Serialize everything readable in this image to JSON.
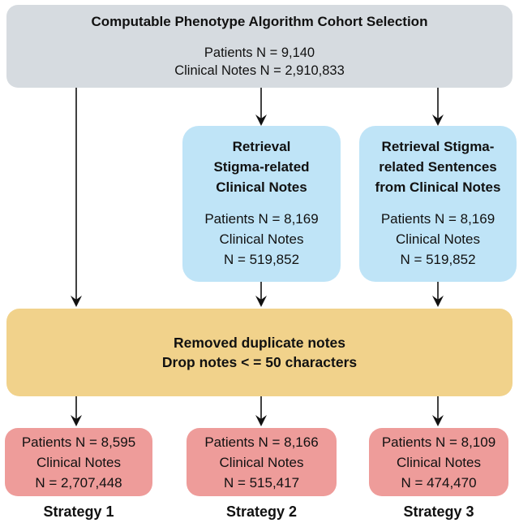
{
  "source_box": {
    "title": "Computable Phenotype Algorithm Cohort Selection",
    "stats": [
      "Patients N = 9,140",
      "Clinical Notes N = 2,910,833"
    ]
  },
  "retrieval_boxes": [
    {
      "title_lines": [
        "Retrieval",
        "Stigma-related",
        "Clinical Notes"
      ],
      "stats": [
        "Patients N = 8,169",
        "Clinical Notes",
        "N = 519,852"
      ]
    },
    {
      "title_lines": [
        "Retrieval Stigma-",
        "related Sentences",
        "from Clinical Notes"
      ],
      "stats": [
        "Patients N = 8,169",
        "Clinical Notes",
        "N = 519,852"
      ]
    }
  ],
  "filter_box": {
    "lines": [
      "Removed duplicate notes",
      "Drop notes < = 50 characters"
    ]
  },
  "strategy_boxes": [
    {
      "stats": [
        "Patients N = 8,595",
        "Clinical Notes",
        "N = 2,707,448"
      ],
      "label": "Strategy 1"
    },
    {
      "stats": [
        "Patients N = 8,166",
        "Clinical Notes",
        "N = 515,417"
      ],
      "label": "Strategy 2"
    },
    {
      "stats": [
        "Patients N = 8,109",
        "Clinical Notes",
        "N = 474,470"
      ],
      "label": "Strategy 3"
    }
  ],
  "colors": {
    "source_box": "#d6dbe0",
    "retrieval_box": "#bfe4f7",
    "filter_box": "#f1d28b",
    "strategy_box": "#ee9c9a",
    "arrow": "#111111",
    "text": "#111111",
    "background": "#ffffff"
  }
}
